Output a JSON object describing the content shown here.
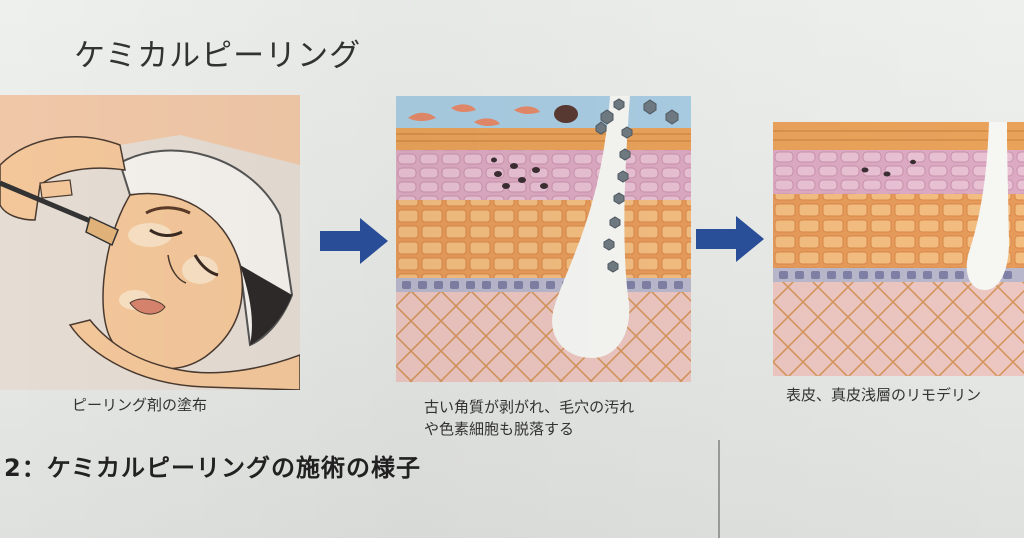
{
  "page": {
    "title": "ケミカルピーリング",
    "figure_caption": "2：ケミカルピーリングの施術の様子"
  },
  "panels": {
    "face": {
      "caption": "ピーリング剤の塗布"
    },
    "peeling": {
      "caption_line1": "古い角質が剥がれ、毛穴の汚れ",
      "caption_line2": "や色素細胞も脱落する"
    },
    "remodel": {
      "caption": "表皮、真皮浅層のリモデリン"
    }
  },
  "colors": {
    "arrow": "#2a4f9a",
    "sky": "#a9cde3",
    "stratum": "#e9a25a",
    "pink_layer": "#dcaac2",
    "orange_layer": "#f0b36f",
    "basal": "#8e8fb0",
    "dermis": "#ecc6c0",
    "dermis_lines": "#d5955e"
  }
}
